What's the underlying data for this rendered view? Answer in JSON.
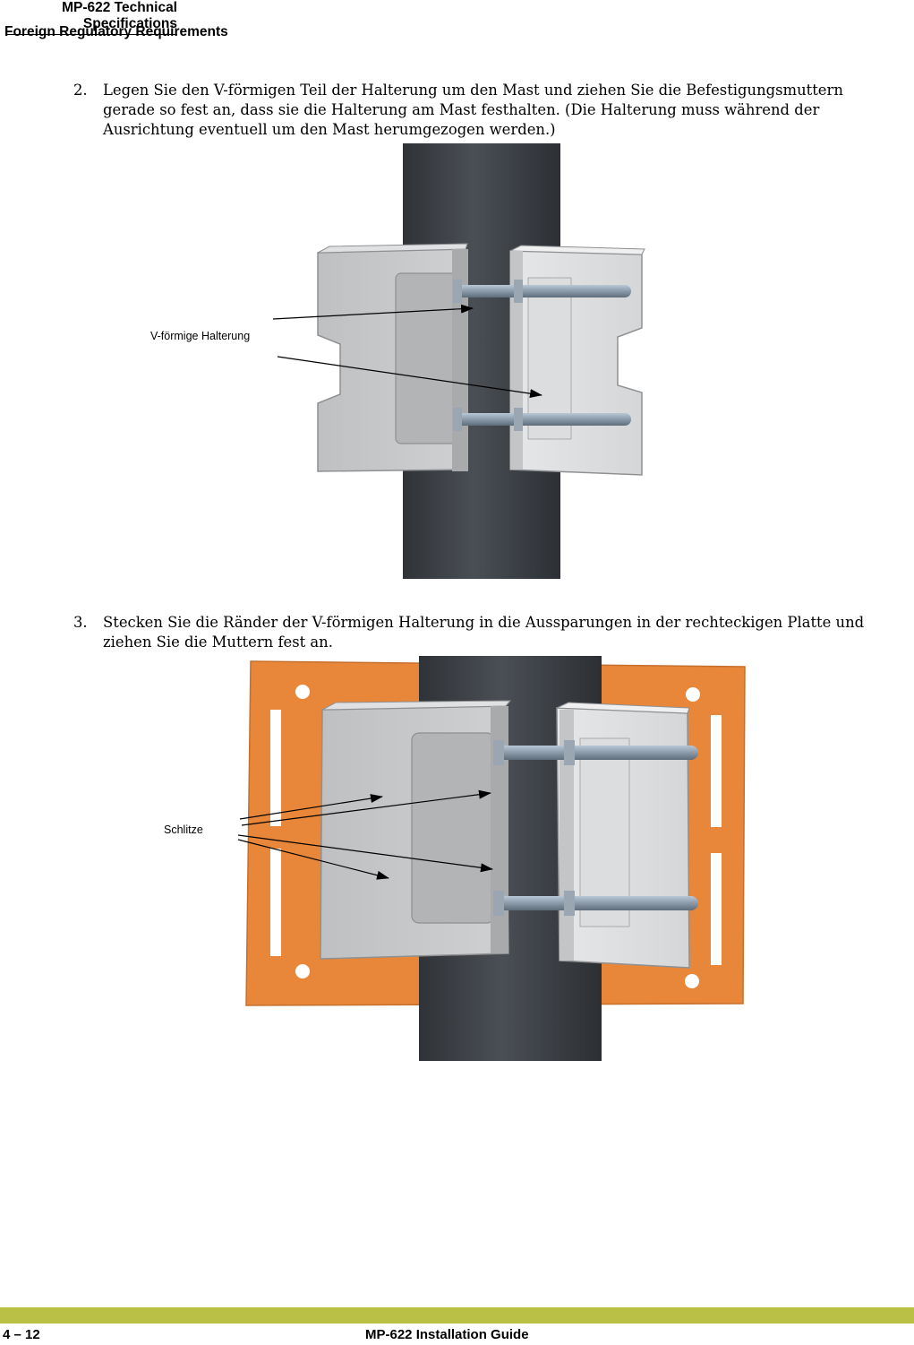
{
  "header": {
    "title": "MP-622 Technical Specifications",
    "subtitle": "Foreign Regulatory Requirements"
  },
  "steps": [
    {
      "number": "2.",
      "text": "Legen Sie den V-förmigen Teil der Halterung um den Mast und ziehen Sie die Befestigungsmuttern gerade so fest an, dass sie die Halterung am Mast festhalten. (Die Halterung muss während der Ausrichtung eventuell um den Mast herumgezogen werden.)"
    },
    {
      "number": "3.",
      "text": "Stecken Sie die Ränder der V-förmigen Halterung in die Aussparungen in der rechteckigen Platte und ziehen Sie die Muttern fest an."
    }
  ],
  "figures": [
    {
      "callout": "V-förmige Halterung"
    },
    {
      "callout": "Schlitze"
    }
  ],
  "footer": {
    "page": "4 – 12",
    "guide": "MP-622 Installation Guide"
  },
  "colors": {
    "accent_bar": "#b9c045",
    "plate_orange": "#e8873a",
    "mast_dark": "#3d4247",
    "bracket_gray": "#c9cacc"
  }
}
